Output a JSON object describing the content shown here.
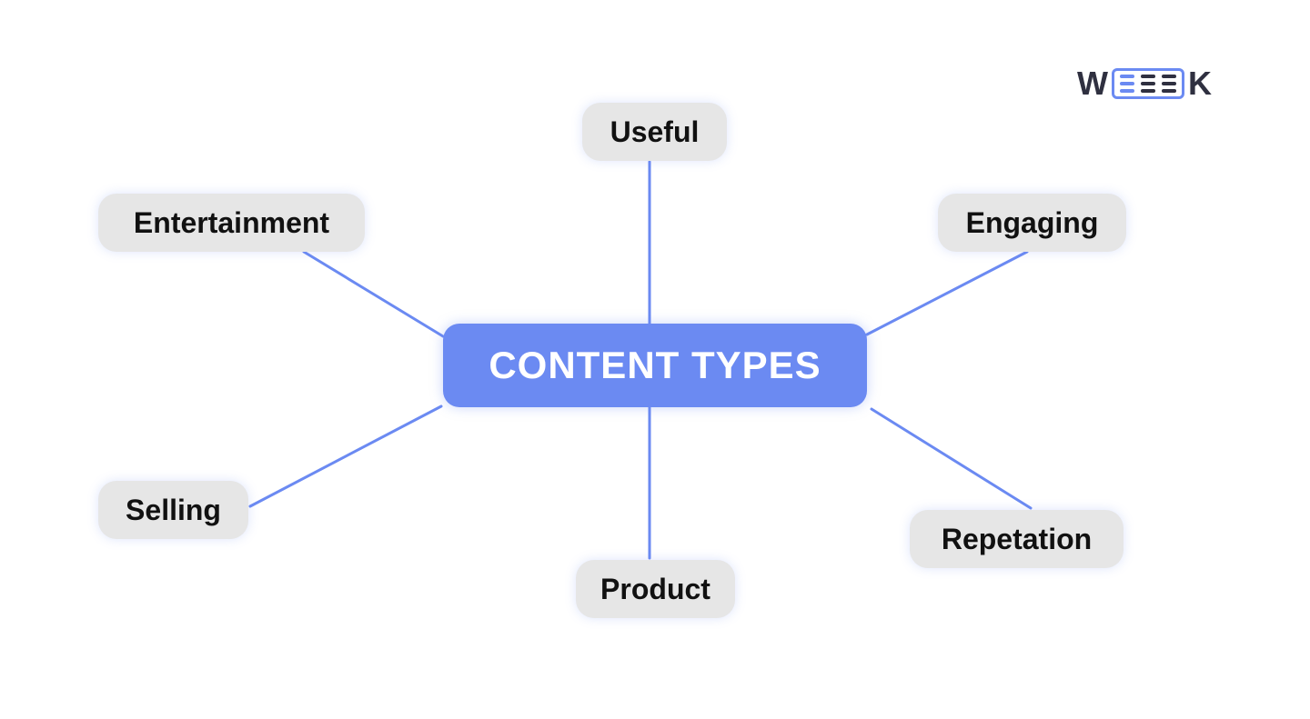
{
  "center": {
    "label": "CONTENT TYPES"
  },
  "nodes": {
    "useful": "Useful",
    "entertainment": "Entertainment",
    "engaging": "Engaging",
    "selling": "Selling",
    "product": "Product",
    "repetation": "Repetation"
  },
  "logo": {
    "text": "WEEEK",
    "first_letter": "W",
    "last_letter": "K"
  },
  "colors": {
    "accent": "#6b8af2",
    "node_fill": "#e6e6e6",
    "text_dark": "#111111",
    "logo_dark": "#2f3040"
  }
}
